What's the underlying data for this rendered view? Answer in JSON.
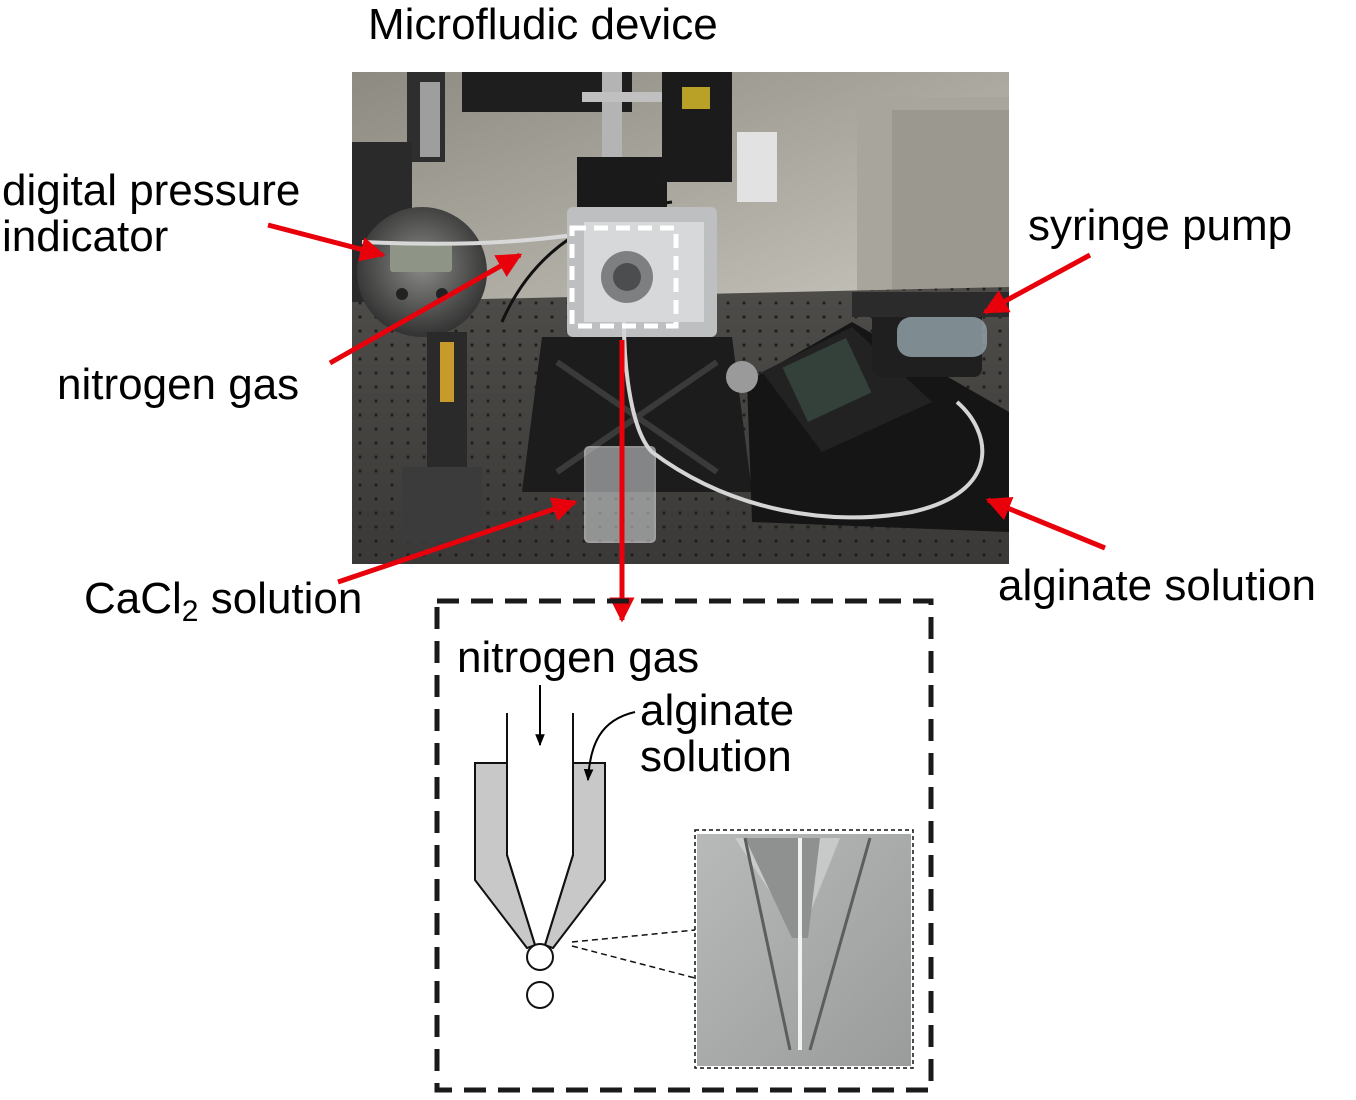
{
  "title": "Microfludic device",
  "labels": {
    "digital_pressure_line1": "digital pressure",
    "digital_pressure_line2": "indicator",
    "syringe_pump": "syringe pump",
    "nitrogen_gas": "nitrogen gas",
    "cacl2_prefix": "CaCl",
    "cacl2_sub": "2",
    "cacl2_suffix": " solution",
    "alginate_solution": "alginate solution"
  },
  "inset": {
    "nitrogen_gas": "nitrogen gas",
    "alginate_line1": "alginate",
    "alginate_line2": "solution"
  },
  "colors": {
    "arrow": "#e8000b",
    "nozzle_fill": "#c8c8c8",
    "dash_box": "#1a1a1a"
  }
}
